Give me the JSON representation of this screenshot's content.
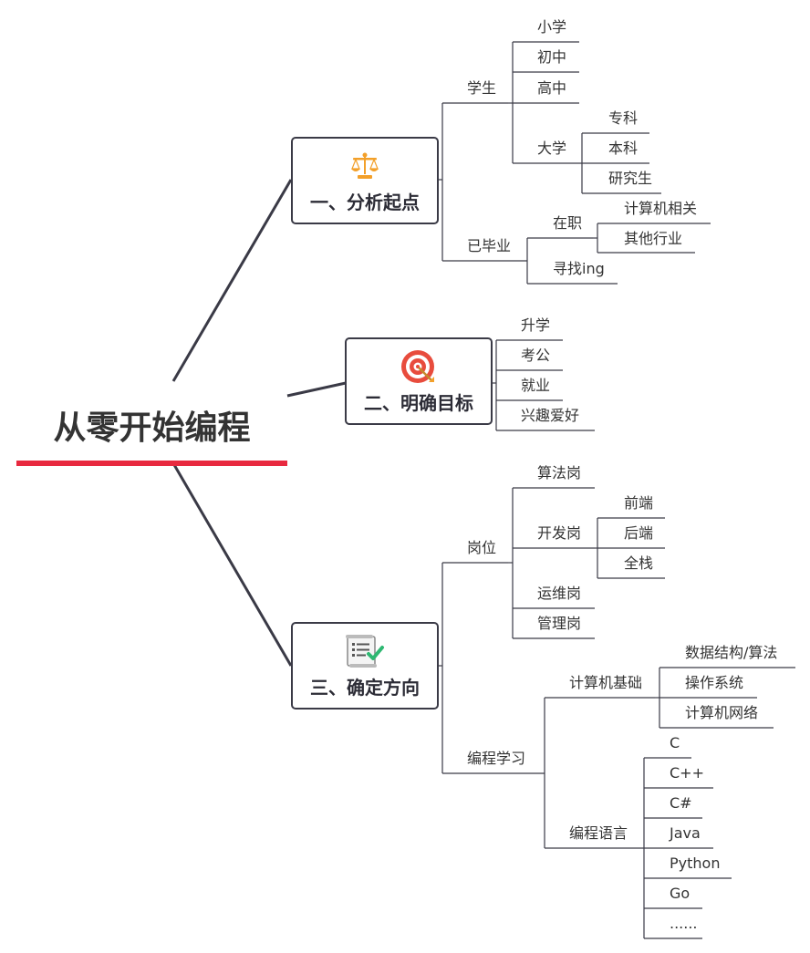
{
  "root": {
    "title": "从零开始编程"
  },
  "topics": [
    {
      "label": "一、分析起点",
      "icon": "balance-scale-icon"
    },
    {
      "label": "二、明确目标",
      "icon": "target-icon"
    },
    {
      "label": "三、确定方向",
      "icon": "checklist-icon"
    }
  ],
  "nodes": {
    "xuesheng": "学生",
    "xiaoxue": "小学",
    "chuzhong": "初中",
    "gaozhong": "高中",
    "daxue": "大学",
    "zhuanke": "专科",
    "benke": "本科",
    "yanjiusheng": "研究生",
    "yibiye": "已毕业",
    "zaizhi": "在职",
    "jisuanjixiangguan": "计算机相关",
    "qitahangye": "其他行业",
    "xunzhao": "寻找ing",
    "shengxue": "升学",
    "kaogong": "考公",
    "jiuye": "就业",
    "xingqu": "兴趣爱好",
    "gangwei": "岗位",
    "suanfagang": "算法岗",
    "kaifagang": "开发岗",
    "qianduan": "前端",
    "houduan": "后端",
    "quanzhan": "全栈",
    "yunweigang": "运维岗",
    "guanligang": "管理岗",
    "bianchengxuexi": "编程学习",
    "jisuanjijichu": "计算机基础",
    "shujujiegou": "数据结构/算法",
    "caozuoxitong": "操作系统",
    "jisuanjiwangluo": "计算机网络",
    "bianchengyuyan": "编程语言",
    "c": "C",
    "cpp": "C++",
    "csharp": "C#",
    "java": "Java",
    "python": "Python",
    "go": "Go",
    "more": "......"
  },
  "colors": {
    "accent": "#e8293f",
    "line": "#3a3a46"
  }
}
